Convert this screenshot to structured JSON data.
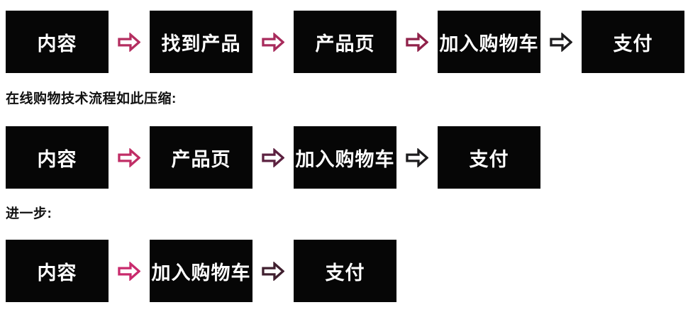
{
  "diagram": {
    "title": "online-shopping-funnel-compression",
    "colors": {
      "background": "#ffffff",
      "box_bg": "#060606",
      "box_text": "#ffffff",
      "caption_text": "#111111"
    },
    "flows": [
      {
        "caption": "",
        "steps": [
          "内容",
          "找到产品",
          "产品页",
          "加入购物车",
          "支付"
        ],
        "arrow_colors": [
          "#b42e60",
          "#a82b5c",
          "#90224a",
          "#1d1c1e"
        ]
      },
      {
        "caption": "在线购物技术流程如此压缩:",
        "steps": [
          "内容",
          "产品页",
          "加入购物车",
          "支付"
        ],
        "arrow_colors": [
          "#c02e66",
          "#5c2140",
          "#1d1c1e"
        ]
      },
      {
        "caption": "进一步:",
        "steps": [
          "内容",
          "加入购物车",
          "支付"
        ],
        "arrow_colors": [
          "#c92b6d",
          "#40202f"
        ]
      }
    ]
  }
}
